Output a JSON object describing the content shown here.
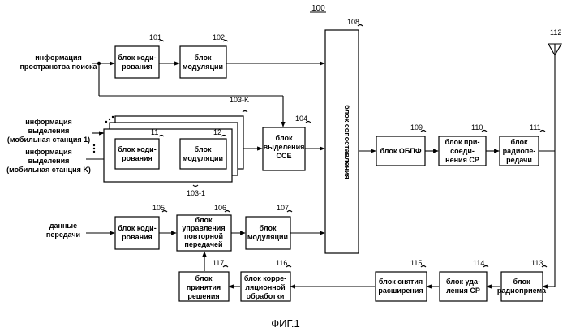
{
  "diagram_number": "100",
  "figure_caption": "ФИГ.1",
  "inputs": {
    "search_space_info": [
      "информация",
      "пространства поиска"
    ],
    "alloc_info_1": [
      "информация",
      "выделения",
      "(мобильная станция 1)"
    ],
    "alloc_info_k": [
      "информация",
      "выделения",
      "(мобильная станция K)"
    ],
    "tx_data": [
      "данные",
      "передачи"
    ]
  },
  "blocks": {
    "b101": {
      "ref": "101",
      "lines": [
        "блок коди-",
        "рования"
      ]
    },
    "b102": {
      "ref": "102",
      "lines": [
        "блок",
        "модуляции"
      ]
    },
    "b103k": {
      "ref": "103-K"
    },
    "b103_1": {
      "ref": "103-1"
    },
    "b11": {
      "ref": "11",
      "lines": [
        "блок коди-",
        "рования"
      ]
    },
    "b12": {
      "ref": "12",
      "lines": [
        "блок",
        "модуляции"
      ]
    },
    "b104": {
      "ref": "104",
      "lines": [
        "блок",
        "выделения",
        "CCE"
      ]
    },
    "b105": {
      "ref": "105",
      "lines": [
        "блок коди-",
        "рования"
      ]
    },
    "b106": {
      "ref": "106",
      "lines": [
        "блок",
        "управления",
        "повторной",
        "передачей"
      ]
    },
    "b107": {
      "ref": "107",
      "lines": [
        "блок",
        "модуляции"
      ]
    },
    "b108": {
      "ref": "108",
      "label": "блок сопоставления"
    },
    "b109": {
      "ref": "109",
      "lines": [
        "блок ОБПФ"
      ]
    },
    "b110": {
      "ref": "110",
      "lines": [
        "блок при-",
        "соеди-",
        "нения СР"
      ]
    },
    "b111": {
      "ref": "111",
      "lines": [
        "блок",
        "радиопе-",
        "редачи"
      ]
    },
    "antenna": {
      "ref": "112"
    },
    "b113": {
      "ref": "113",
      "lines": [
        "блок",
        "радиоприема"
      ]
    },
    "b114": {
      "ref": "114",
      "lines": [
        "блок уда-",
        "ления СР"
      ]
    },
    "b115": {
      "ref": "115",
      "lines": [
        "блок снятия",
        "расширения"
      ]
    },
    "b116": {
      "ref": "116",
      "lines": [
        "блок корре-",
        "ляционной",
        "обработки"
      ]
    },
    "b117": {
      "ref": "117",
      "lines": [
        "блок",
        "принятия",
        "решения"
      ]
    }
  }
}
